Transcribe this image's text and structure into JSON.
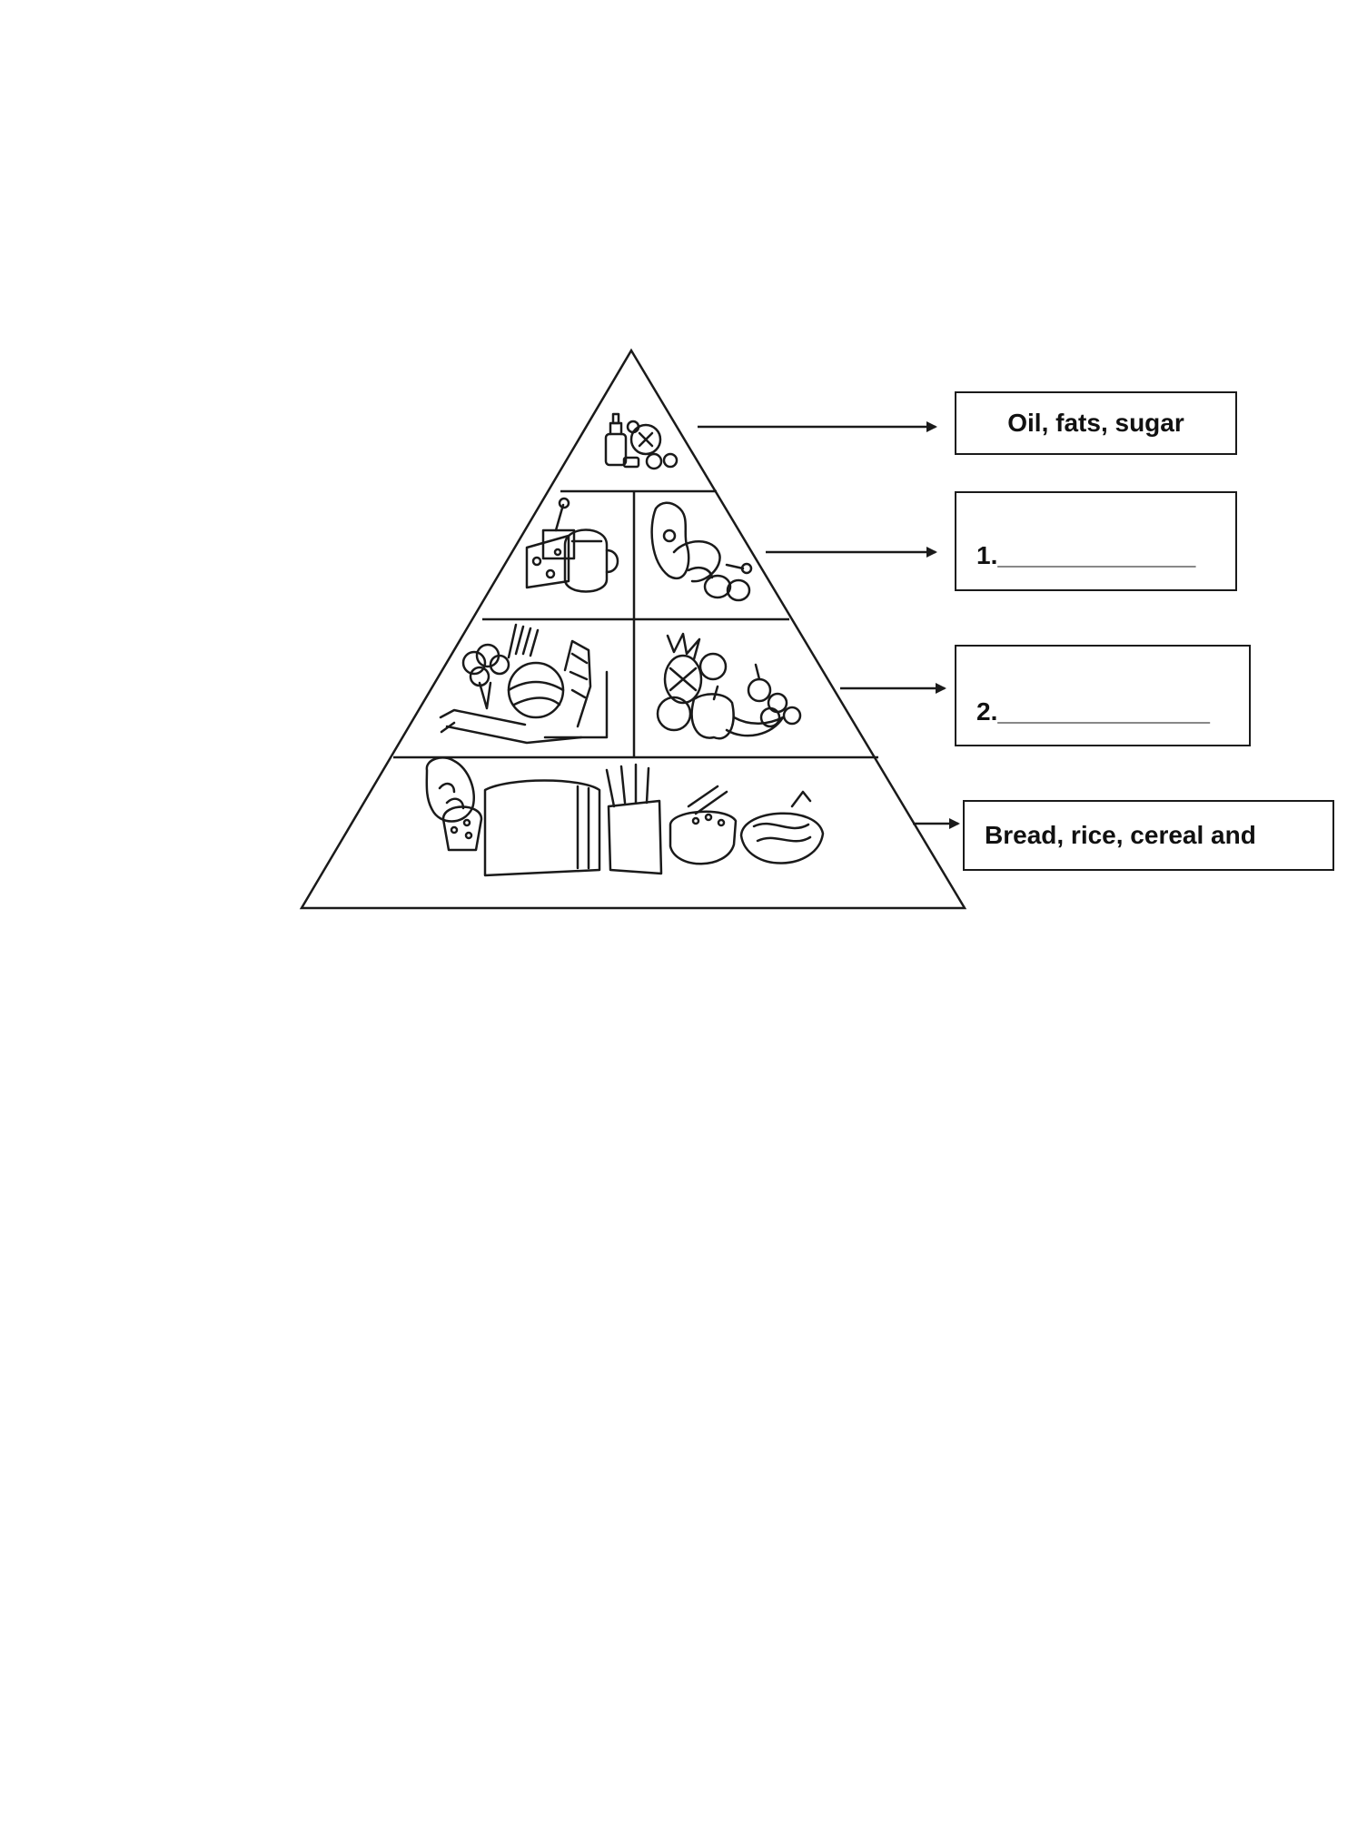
{
  "labels": {
    "top": "Oil, fats, sugar",
    "second": "1.______________",
    "third": "2._______________",
    "base": "Bread, rice, cereal and"
  },
  "icons": {
    "tier1": "fats-oils-sweets-icon",
    "tier2_left": "dairy-icon",
    "tier2_right": "meat-fish-eggs-icon",
    "tier3_left": "vegetables-icon",
    "tier3_right": "fruits-icon",
    "tier4": "bread-grains-icon"
  },
  "colors": {
    "line": "#1a1a1a",
    "background": "#ffffff"
  }
}
